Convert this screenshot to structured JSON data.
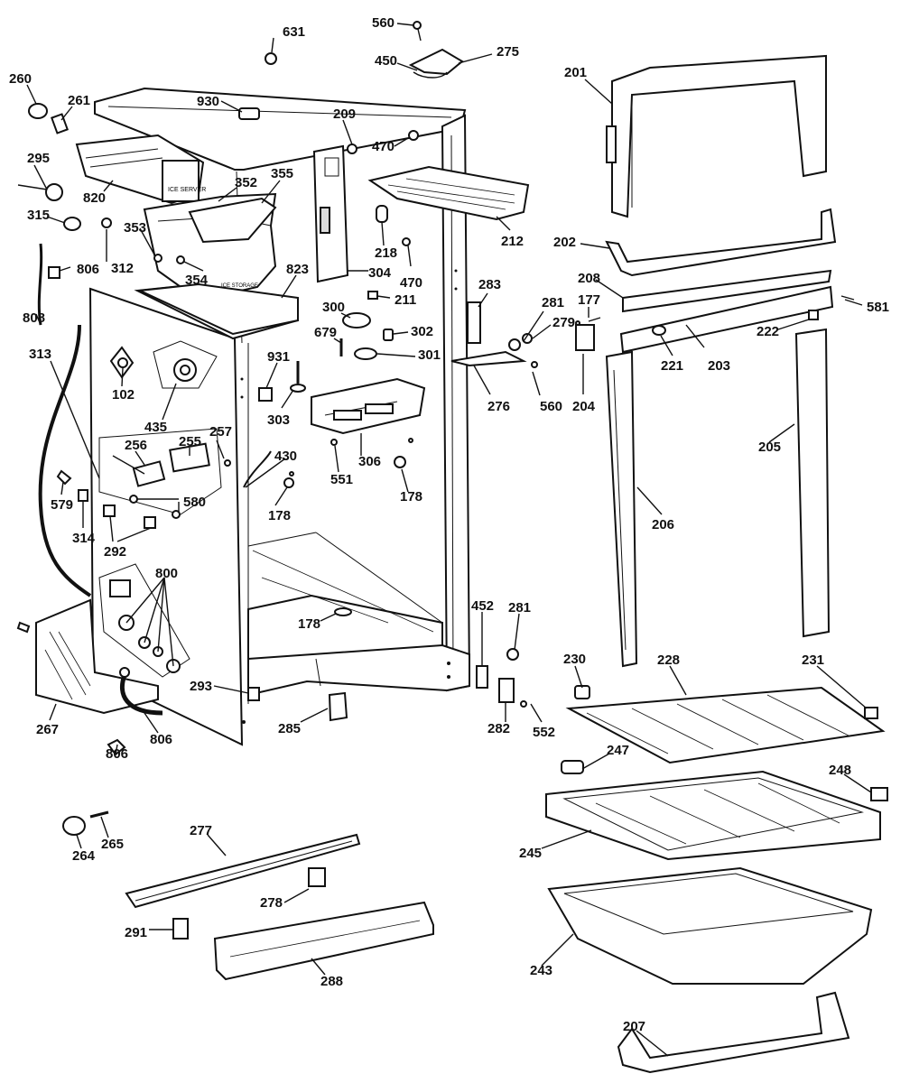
{
  "labels": {
    "l560a": "560",
    "l631": "631",
    "l275": "275",
    "l450": "450",
    "l260": "260",
    "l261": "261",
    "l930": "930",
    "l209": "209",
    "l470a": "470",
    "l201": "201",
    "l295": "295",
    "l820": "820",
    "l355": "355",
    "l352": "352",
    "l315": "315",
    "l353": "353",
    "l312": "312",
    "l806a": "806",
    "l354": "354",
    "l823": "823",
    "l808": "808",
    "l304": "304",
    "l218": "218",
    "l470b": "470",
    "l212": "212",
    "l202": "202",
    "l208": "208",
    "l581": "581",
    "l283": "283",
    "l211": "211",
    "l300": "300",
    "l302": "302",
    "l679": "679",
    "l301": "301",
    "l281a": "281",
    "l177": "177",
    "l279": "279",
    "l222": "222",
    "l313": "313",
    "l102": "102",
    "l931": "931",
    "l303": "303",
    "l221": "221",
    "l203": "203",
    "l276": "276",
    "l560b": "560",
    "l204": "204",
    "l435": "435",
    "l257": "257",
    "l256": "256",
    "l255": "255",
    "l430": "430",
    "l306": "306",
    "l551": "551",
    "l178a": "178",
    "l205": "205",
    "l580": "580",
    "l579": "579",
    "l178b": "178",
    "l314": "314",
    "l292": "292",
    "l206": "206",
    "l800": "800",
    "l452": "452",
    "l281b": "281",
    "l178c": "178",
    "l267": "267",
    "l293": "293",
    "l230": "230",
    "l228": "228",
    "l231": "231",
    "l285": "285",
    "l282": "282",
    "l552": "552",
    "l806b": "806",
    "l806c": "806",
    "l247": "247",
    "l248": "248",
    "l264": "264",
    "l265": "265",
    "l277": "277",
    "l245": "245",
    "l278": "278",
    "l291": "291",
    "l243": "243",
    "l288": "288",
    "l207": "207"
  },
  "colors": {
    "line": "#111111",
    "background": "#ffffff",
    "shade": "#dddddd"
  },
  "small_text": {
    "ice_label": "ICE SERVER",
    "bin_label": "ICE STORAGE"
  }
}
